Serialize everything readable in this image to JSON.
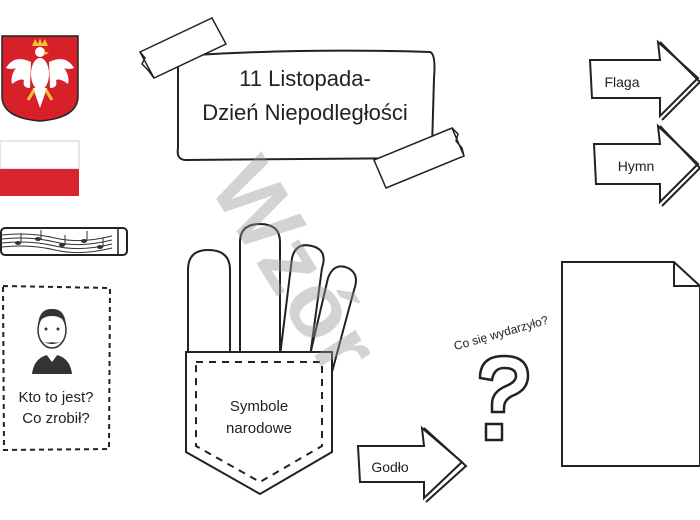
{
  "title": {
    "line1": "11 Listopada-",
    "line2": "Dzień Niepodległości"
  },
  "arrows": {
    "flaga": "Flaga",
    "hymn": "Hymn",
    "godlo": "Godło"
  },
  "portrait": {
    "line1": "Kto to jest?",
    "line2": "Co zrobił?"
  },
  "pocket": {
    "line1": "Symbole",
    "line2": "narodowe"
  },
  "question": {
    "caption": "Co się wydarzyło?"
  },
  "watermark": "Wzór",
  "icons": [
    "polish-eagle-emblem-icon",
    "polish-flag-icon",
    "music-staff-icon",
    "portrait-icon",
    "question-mark-icon"
  ],
  "colors": {
    "flag_red": "#d9252e",
    "emblem_red": "#d7202a",
    "ink": "#222222"
  }
}
